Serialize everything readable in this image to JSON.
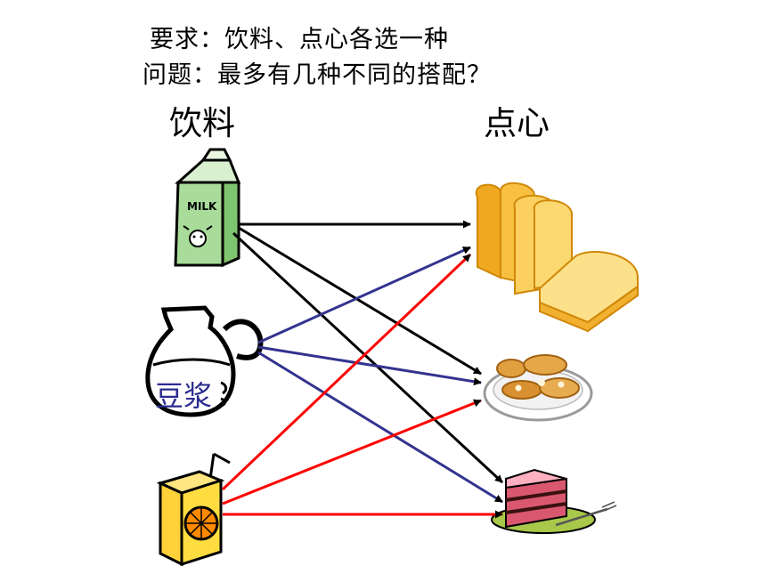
{
  "requirement": "要求：饮料、点心各选一种",
  "question": "问题：最多有几种不同的搭配？",
  "drinks_heading": "饮料",
  "snacks_heading": "点心",
  "milk_carton_text": "MILK",
  "soy_milk_label": "豆浆",
  "colors": {
    "milk_arrows": "#000000",
    "soy_arrows": "#33338f",
    "juice_arrows": "#ff0000"
  }
}
